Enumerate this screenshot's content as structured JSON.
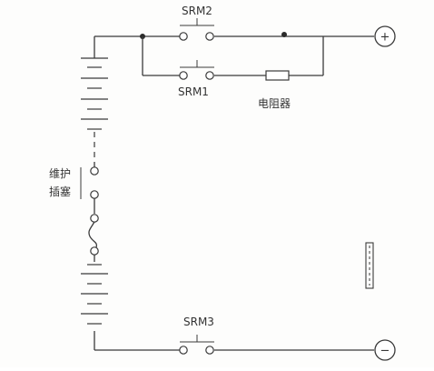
{
  "labels": {
    "srm2": "SRM2",
    "srm1": "SRM1",
    "srm3": "SRM3",
    "resistor": "电阻器",
    "plug_line1": "维护",
    "plug_line2": "插塞",
    "plus": "+",
    "minus": "−"
  },
  "colors": {
    "line": "#3a3a3a",
    "background": "#fdfdfc"
  }
}
